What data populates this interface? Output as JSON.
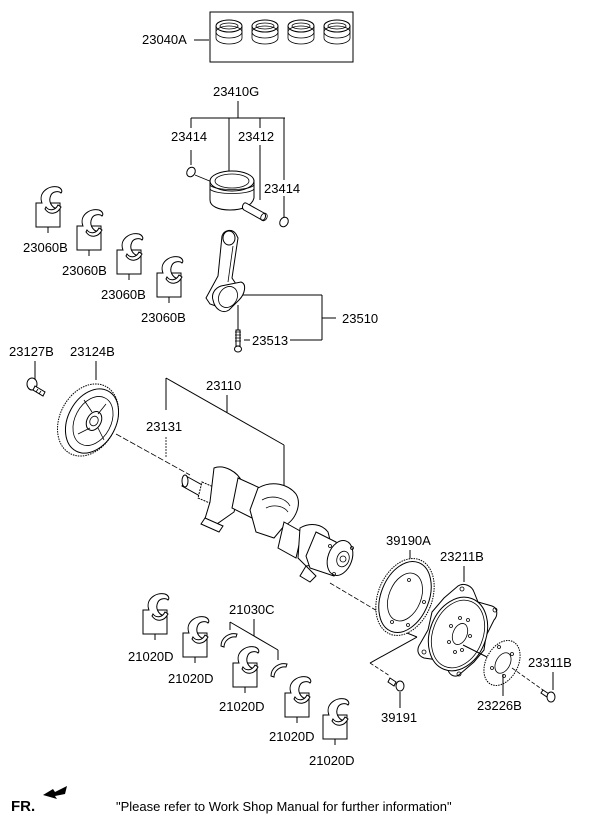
{
  "diagram": {
    "title": "Crankshaft & Piston Assembly",
    "parts": {
      "piston_ring_set": "23040A",
      "piston_assembly": "23410G",
      "piston_pin_clip_left": "23414",
      "piston_pin": "23412",
      "piston_pin_clip_right": "23414",
      "conrod_bearing_1": "23060B",
      "conrod_bearing_2": "23060B",
      "conrod_bearing_3": "23060B",
      "conrod_bearing_4": "23060B",
      "connecting_rod_assembly": "23510",
      "conrod_bolt": "23513",
      "damper_pulley_bolt": "23127B",
      "damper_pulley": "23124B",
      "crankshaft_assembly": "23110",
      "crankshaft_key": "23131",
      "ring_gear": "39190A",
      "drive_plate": "23211B",
      "adapter_plate": "23226B",
      "drive_plate_bolt": "23311B",
      "ring_gear_bolt": "39191",
      "thrust_bearing": "21030C",
      "main_bearing_1": "21020D",
      "main_bearing_2": "21020D",
      "main_bearing_3": "21020D",
      "main_bearing_4": "21020D",
      "main_bearing_5": "21020D"
    },
    "direction_label": "FR.",
    "footer_note": "\"Please refer to Work Shop Manual for further information\""
  }
}
